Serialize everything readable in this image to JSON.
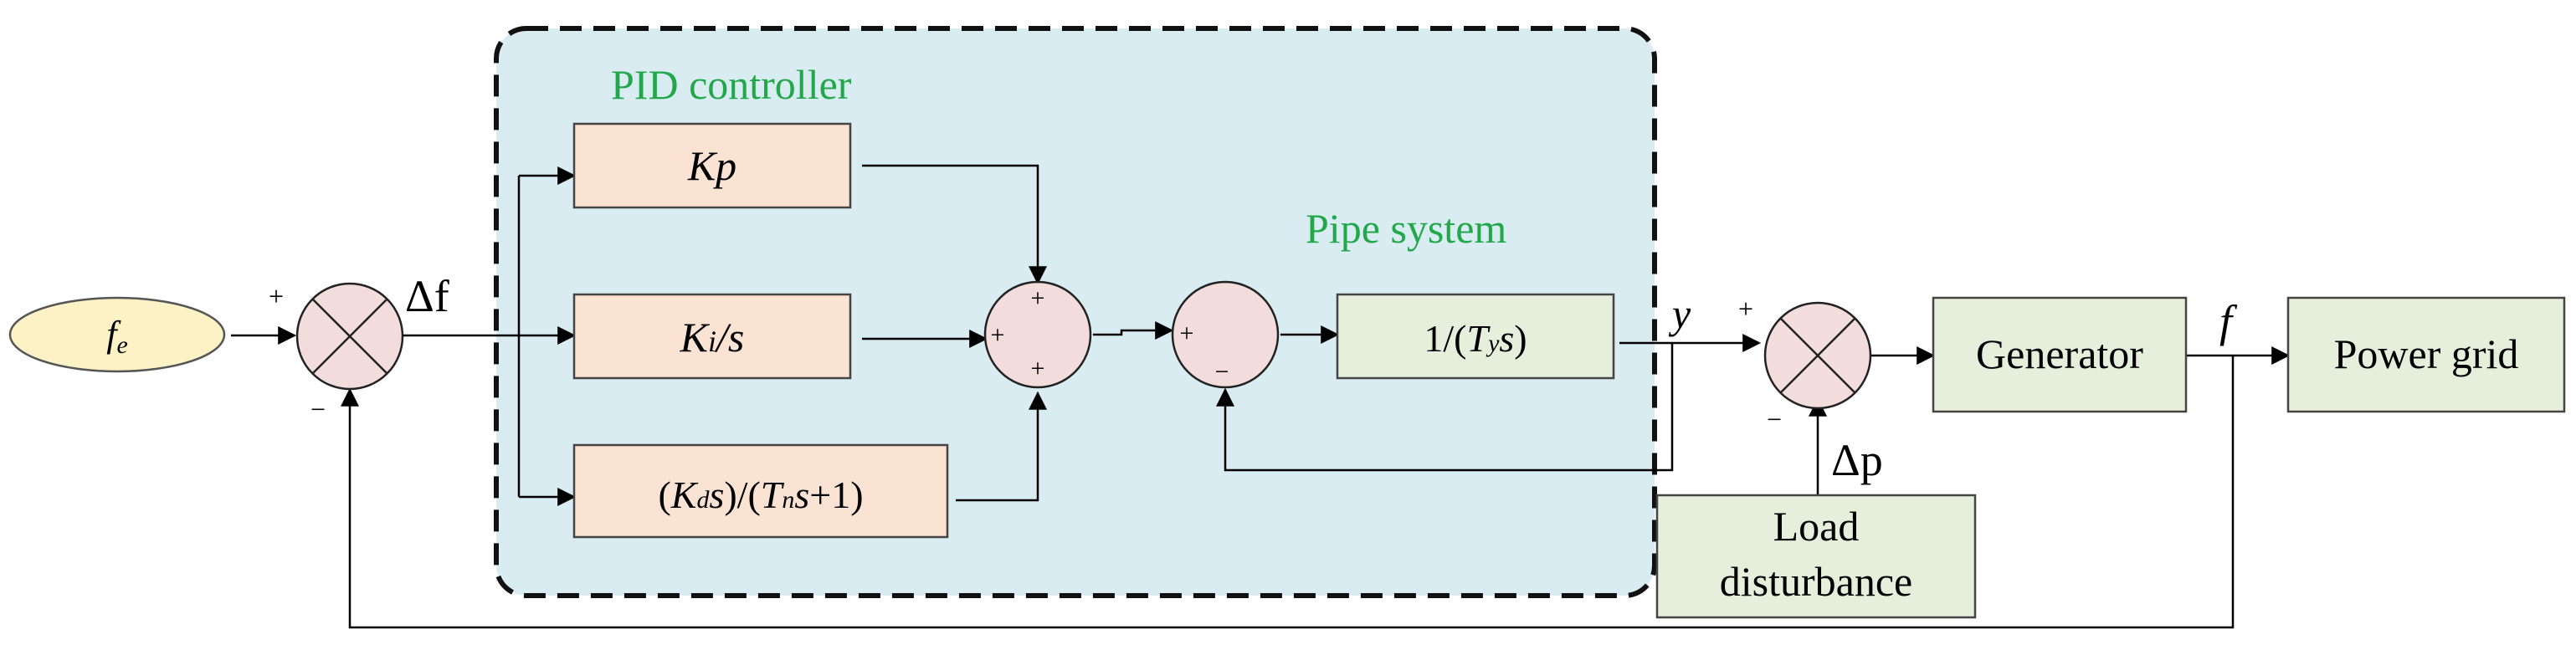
{
  "colors": {
    "pid_region_fill": "#d9ecf2",
    "pid_block_fill": "#fbe3d3",
    "green_block_fill": "#e6efdb",
    "summer_fill": "#f2dcdc",
    "input_fill": "#fcf2c6",
    "region_label": "#22a84a",
    "line": "#000000"
  },
  "labels": {
    "pid_controller": "PID controller",
    "pipe_system": "Pipe system",
    "delta_f": "Δf",
    "y": "y",
    "f": "f",
    "delta_p": "Δp"
  },
  "input": {
    "main": "f",
    "sub": "e"
  },
  "blocks": {
    "kp": {
      "main": "K",
      "sub": "p"
    },
    "ki": {
      "main": "K",
      "sub": "i",
      "suffix": "/s"
    },
    "kd": {
      "open": "(",
      "k": "K",
      "k_sub": "d",
      "s1": "s",
      "mid": ")/(",
      "t": "T",
      "t_sub": "n",
      "s2": "s",
      "tail": "+1)"
    },
    "ty": {
      "open": "1/(",
      "t": "T",
      "t_sub": "y",
      "s": "s",
      "close": ")"
    },
    "generator": "Generator",
    "power_grid": "Power grid",
    "load_line1": "Load",
    "load_line2": "disturbance"
  },
  "signs": {
    "plus": "+",
    "minus": "−"
  }
}
